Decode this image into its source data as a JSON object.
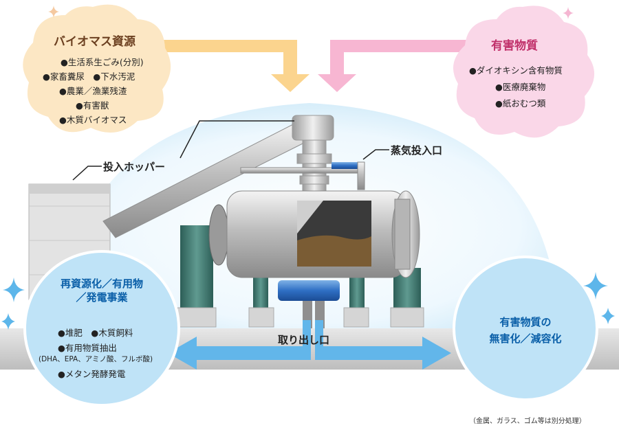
{
  "biomass": {
    "title": "バイオマス資源",
    "items": [
      "●生活系生ごみ(分別)",
      "●家畜糞尿　●下水汚泥",
      "●農業／漁業残渣",
      "●有害獣",
      "●木質バイオマス"
    ]
  },
  "hazardous": {
    "title": "有害物質",
    "items": [
      "●ダイオキシン含有物質",
      "●医療廃棄物",
      "●紙おむつ類"
    ]
  },
  "labels": {
    "hopper": "投入ホッパー",
    "steam_inlet": "蒸気投入口",
    "outlet": "取り出し口"
  },
  "recycling": {
    "title_line1": "再資源化／有用物",
    "title_line2": "／発電事業",
    "items": [
      "●堆肥　●木質飼料",
      "●有用物質抽出",
      "(DHA、EPA、アミノ酸、フルボ酸)",
      "●メタン発酵発電"
    ]
  },
  "detox": {
    "title_line1": "有害物質の",
    "title_line2": "無害化／減容化"
  },
  "note": "（金属、ガラス、ゴム等は別分処理）",
  "colors": {
    "biomass_blob": "#fce7c4",
    "hazardous_blob": "#fad7e8",
    "circle_blue": "#bfe3f7",
    "arrow_orange": "#fbd48e",
    "arrow_pink": "#f7b6d2",
    "arrow_blue": "#62b6ea"
  }
}
